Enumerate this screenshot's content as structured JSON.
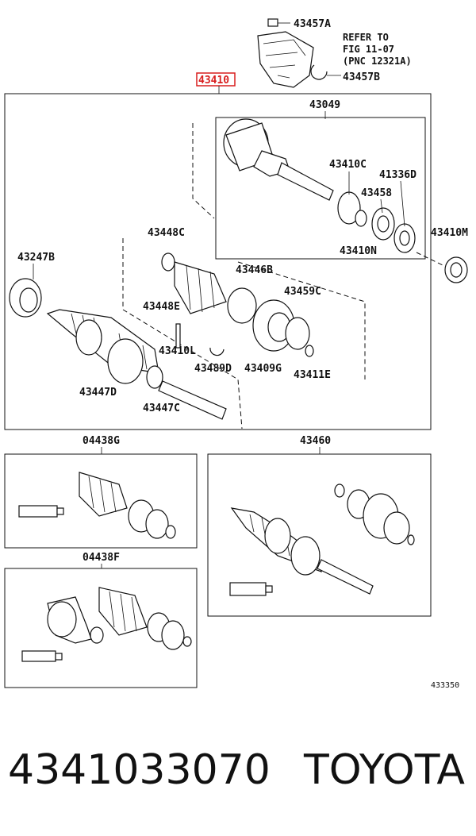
{
  "diagram": {
    "assembly_label": "43410",
    "highlight_color": "#d81e1e",
    "refer_note": [
      "REFER TO",
      "FIG 11-07",
      "(PNC 12321A)"
    ],
    "parts": {
      "p43457A": "43457A",
      "p43457B": "43457B",
      "p43049": "43049",
      "p43410C": "43410C",
      "p41336D": "41336D",
      "p43458": "43458",
      "p43410N": "43410N",
      "p43410M": "43410M",
      "p43247B": "43247B",
      "p43448C": "43448C",
      "p43446B": "43446B",
      "p43448E": "43448E",
      "p43459C": "43459C",
      "p43410L": "43410L",
      "p43489D": "43489D",
      "p43409G": "43409G",
      "p43411E": "43411E",
      "p43447D": "43447D",
      "p43447C": "43447C",
      "p04438G": "04438G",
      "p43460": "43460",
      "p04438F": "04438F"
    },
    "figure_number": "433350"
  },
  "caption": {
    "part_number": "4341033070",
    "brand": "TOYOTA"
  }
}
